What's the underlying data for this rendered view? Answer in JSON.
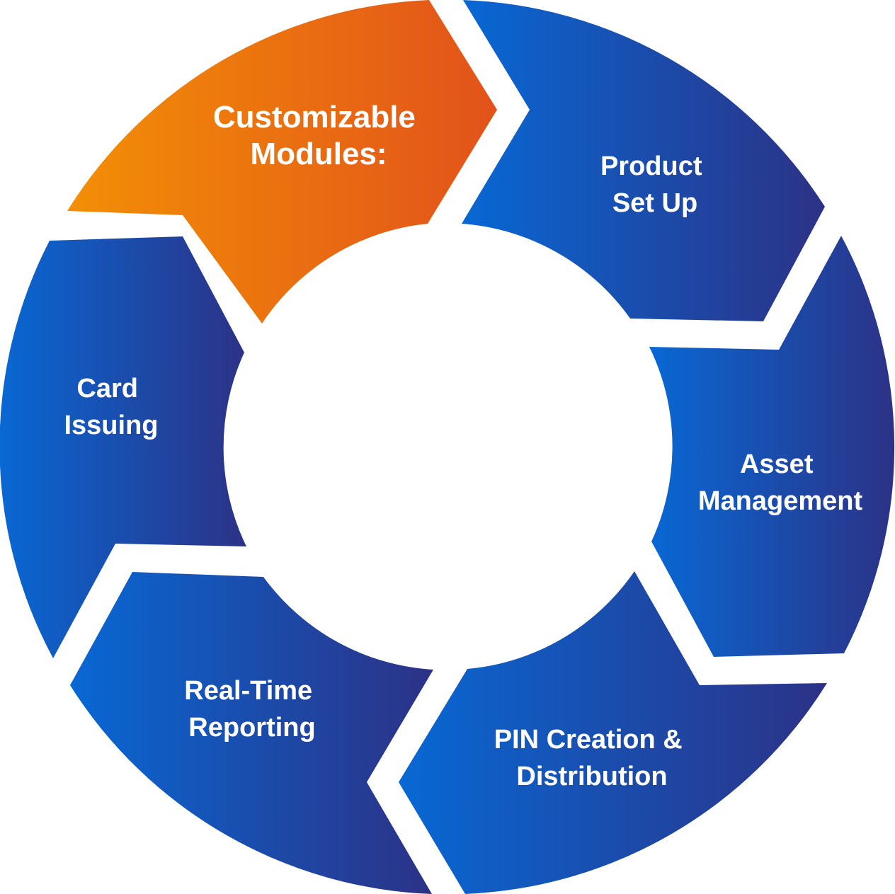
{
  "diagram": {
    "colors": {
      "blue_light": "#0868d4",
      "blue_dark": "#2c3286",
      "orange_light": "#f38f06",
      "orange_dark": "#e2521a",
      "text": "#ffffff",
      "background": "#ffffff"
    },
    "segments": [
      {
        "id": "customizable-modules",
        "line1": "Customizable",
        "line2": "Modules:",
        "highlight": true
      },
      {
        "id": "product-set-up",
        "line1": "Product",
        "line2": "Set Up",
        "highlight": false
      },
      {
        "id": "asset-management",
        "line1": "Asset",
        "line2": "Management",
        "highlight": false
      },
      {
        "id": "pin-creation-distribution",
        "line1": "PIN Creation &",
        "line2": "Distribution",
        "highlight": false
      },
      {
        "id": "real-time-reporting",
        "line1": "Real-Time",
        "line2": "Reporting",
        "highlight": false
      },
      {
        "id": "card-issuing",
        "line1": "Card",
        "line2": "Issuing",
        "highlight": false
      }
    ]
  }
}
